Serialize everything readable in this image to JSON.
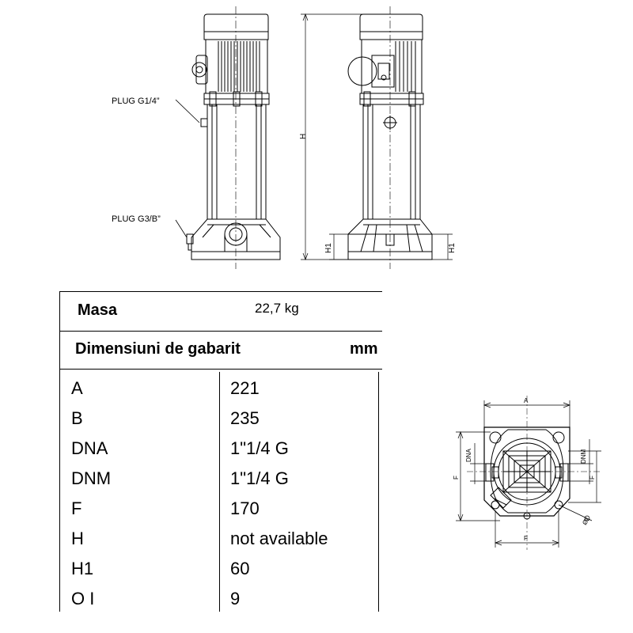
{
  "labels": {
    "plug_top": "PLUG G1/4”",
    "plug_bottom": "PLUG G3/B”",
    "h": "H",
    "h1_left": "H1",
    "h1_right": "H1",
    "plan_a": "A",
    "plan_f_bottom": "F",
    "plan_f_left": "F",
    "plan_f_right": "F",
    "plan_dna": "DNA",
    "plan_dnm": "DNM",
    "plan_oi": "ØI"
  },
  "table": {
    "masa_label": "Masa",
    "masa_value": "22,7 kg",
    "dim_title": "Dimensiuni de gabarit",
    "dim_unit": "mm",
    "rows": [
      {
        "key": "A",
        "value": "221"
      },
      {
        "key": "B",
        "value": "235"
      },
      {
        "key": "DNA",
        "value": "1\"1/4 G"
      },
      {
        "key": "DNM",
        "value": "1\"1/4 G"
      },
      {
        "key": "F",
        "value": "170"
      },
      {
        "key": "H",
        "value": "not available"
      },
      {
        "key": "H1",
        "value": "60"
      },
      {
        "key": "O I",
        "value": "9"
      }
    ]
  }
}
